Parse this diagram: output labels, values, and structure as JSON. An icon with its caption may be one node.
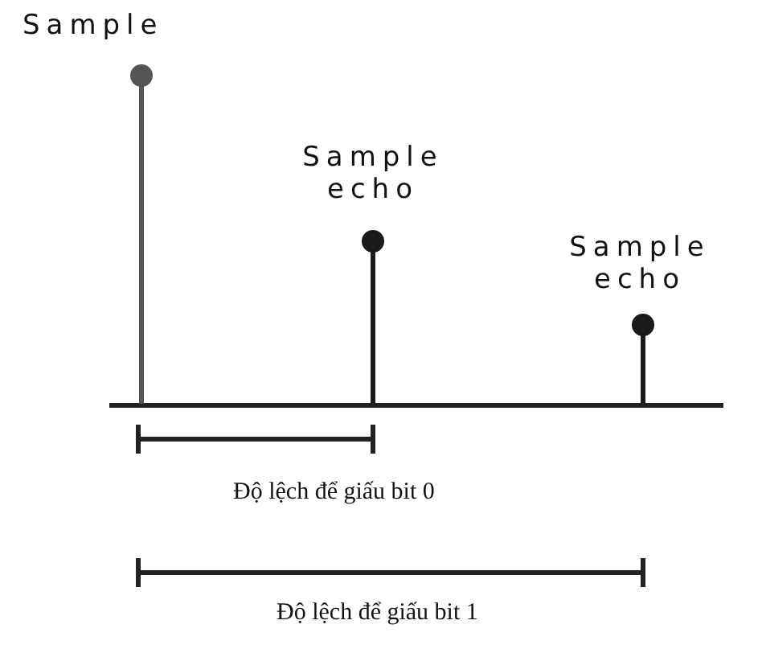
{
  "diagram": {
    "labels": [
      "Sample",
      "Sample echo",
      "Sample echo",
      "Độ lệch để giấu bit 0",
      "Độ lệch để giấu bit 1"
    ]
  }
}
